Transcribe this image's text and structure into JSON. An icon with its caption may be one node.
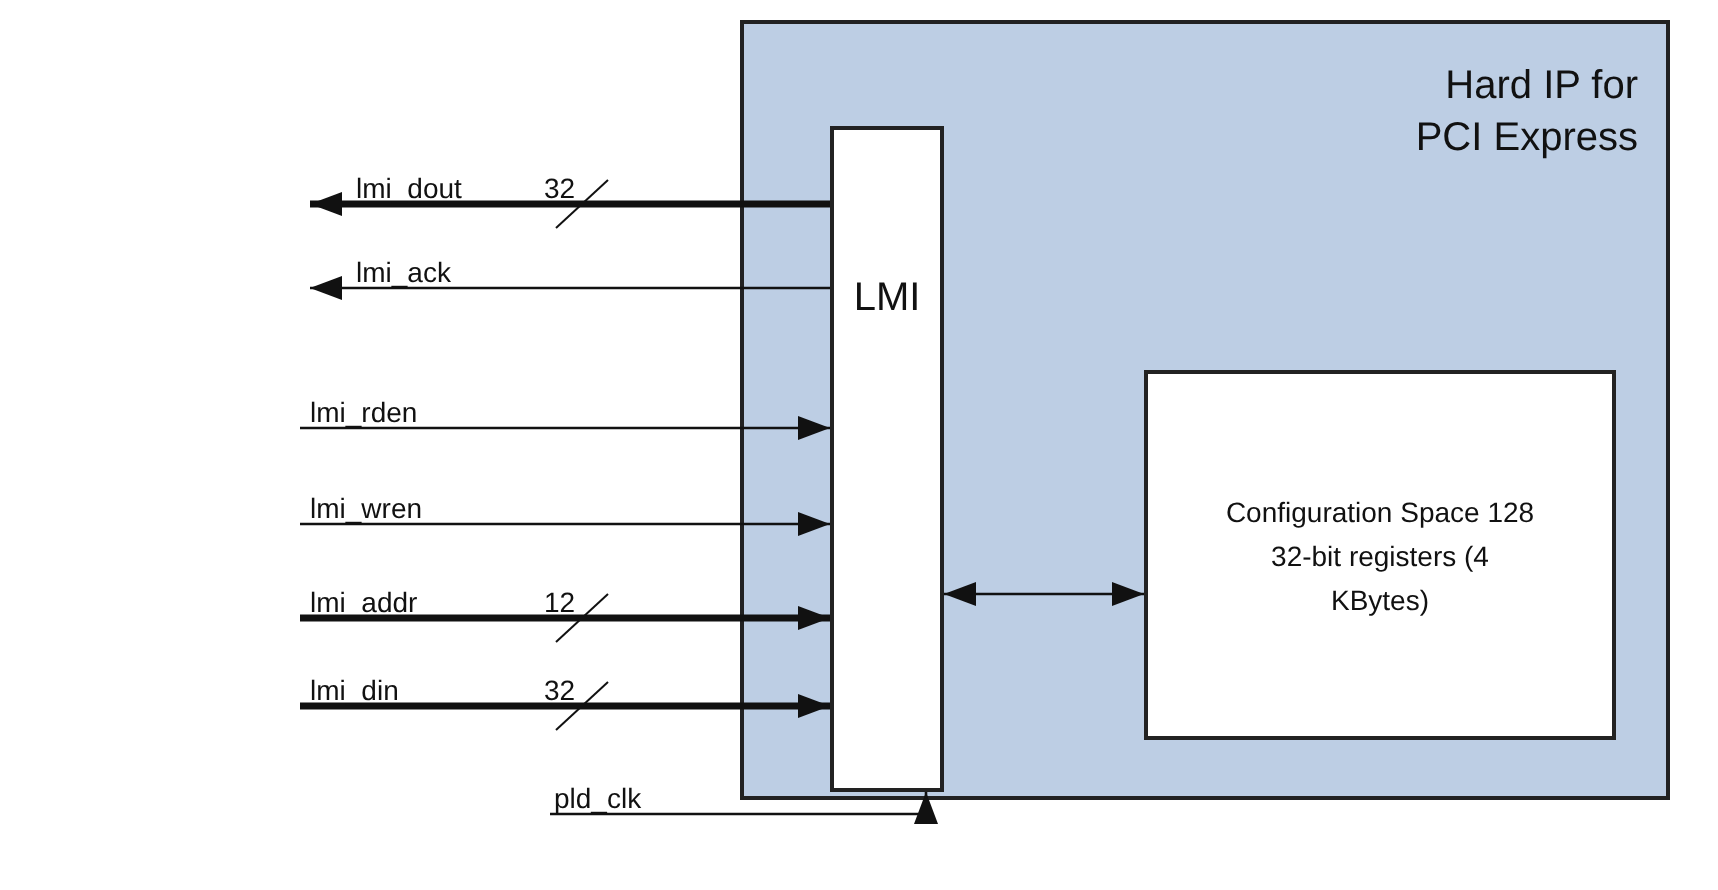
{
  "diagram": {
    "nodes": [
      {
        "text": [
          "Hard IP for PCI Express"
        ]
      },
      {
        "text": [
          "LMI"
        ],
        "in": 0
      },
      {
        "text": [
          "Configuration Space 128 32-bit registers (4 KBytes)"
        ],
        "in": 0
      }
    ],
    "edges": [
      {
        "from": 1,
        "to": null,
        "arrow": "to",
        "label": "lmi_dout",
        "style": "thick"
      },
      {
        "from": 1,
        "to": null,
        "arrow": "to",
        "label": "lmi_ack"
      },
      {
        "from": null,
        "to": 1,
        "arrow": "to",
        "label": "lmi_rden"
      },
      {
        "from": null,
        "to": 1,
        "arrow": "to",
        "label": "lmi_wren"
      },
      {
        "from": null,
        "to": 1,
        "arrow": "to",
        "label": "lmi_addr",
        "style": "thick"
      },
      {
        "from": null,
        "to": 1,
        "arrow": "to",
        "label": "lmi_din",
        "style": "thick"
      },
      {
        "from": 1,
        "to": 2,
        "arrow": "both"
      },
      {
        "from": null,
        "to": 1,
        "arrow": "to",
        "label": "pld_clk"
      }
    ],
    "labels": [
      "32",
      "12",
      "32"
    ]
  }
}
